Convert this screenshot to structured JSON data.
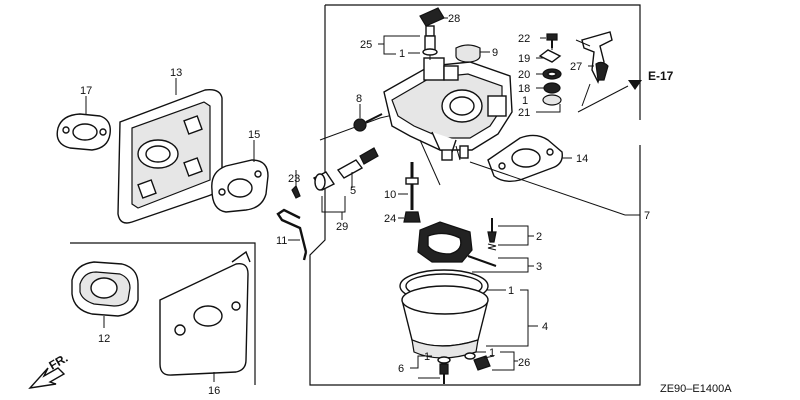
{
  "diagram": {
    "code": "ZE90–E1400A",
    "front_indicator": "FR.",
    "reference": "E-17",
    "callouts": {
      "c1a": "1",
      "c1b": "1",
      "c1c": "1",
      "c1d": "1",
      "c1e": "1",
      "c2": "2",
      "c3": "3",
      "c4": "4",
      "c5": "5",
      "c6": "6",
      "c7": "7",
      "c8": "8",
      "c9": "9",
      "c10": "10",
      "c11": "11",
      "c12": "12",
      "c13": "13",
      "c14": "14",
      "c15": "15",
      "c16": "16",
      "c17": "17",
      "c18": "18",
      "c19": "19",
      "c20": "20",
      "c21": "21",
      "c22": "22",
      "c23": "23",
      "c24": "24",
      "c25": "25",
      "c26": "26",
      "c27": "27",
      "c28": "28",
      "c29": "29"
    }
  }
}
